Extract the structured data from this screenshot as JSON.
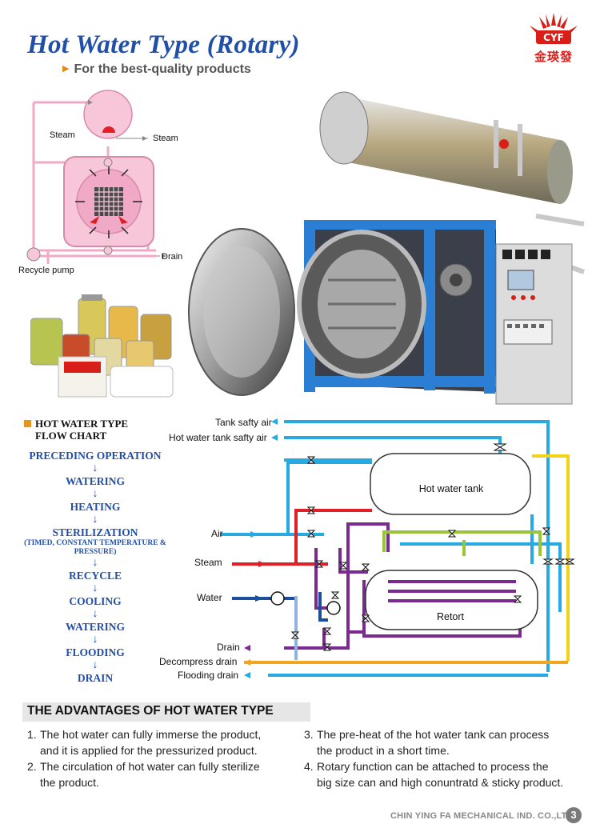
{
  "header": {
    "title": "Hot Water Type (Rotary)",
    "subtitle": "For the best-quality products"
  },
  "logo": {
    "badge": "CYF",
    "chinese": "金瑛發"
  },
  "schematic": {
    "steam_left": "Steam",
    "steam_right": "Steam",
    "drain": "Drain",
    "recycle_pump": "Recycle pump"
  },
  "flowchart": {
    "heading_line1": "HOT WATER TYPE",
    "heading_line2": "FLOW CHART",
    "steps": [
      {
        "label": "PRECEDING OPERATION"
      },
      {
        "label": "WATERING"
      },
      {
        "label": "HEATING"
      },
      {
        "label": "STERILIZATION",
        "sub": "(TIMED, CONSTANT TEMPERATURE & PRESSURE)"
      },
      {
        "label": "RECYCLE"
      },
      {
        "label": "COOLING"
      },
      {
        "label": "WATERING"
      },
      {
        "label": "FLOODING"
      },
      {
        "label": "DRAIN"
      }
    ]
  },
  "piping": {
    "tank_safety_air": "Tank safty air",
    "hot_water_tank_safety_air": "Hot water tank safty air",
    "hot_water_tank": "Hot water tank",
    "air": "Air",
    "steam": "Steam",
    "water": "Water",
    "retort": "Retort",
    "drain": "Drain",
    "decompress_drain": "Decompress drain",
    "flooding_drain": "Flooding drain",
    "colors": {
      "light_blue": "#27a9e1",
      "red": "#e21f26",
      "purple": "#7b2b8f",
      "green": "#9ac53b",
      "yellow": "#f3d21a",
      "orange": "#f2a51d",
      "dark_blue": "#1c4ea0"
    }
  },
  "advantages": {
    "title": "THE ADVANTAGES OF HOT WATER TYPE",
    "items": [
      {
        "num": "1.",
        "line1": "The hot water can fully immerse the product,",
        "line2": "and it is applied for the pressurized product."
      },
      {
        "num": "2.",
        "line1": "The circulation of hot water can fully sterilize",
        "line2": "the product."
      },
      {
        "num": "3.",
        "line1": "The pre-heat of the hot water tank can process",
        "line2": "the product in a short time."
      },
      {
        "num": "4.",
        "line1": "Rotary function can be attached to process the",
        "line2": "big size can and high conuntratd & sticky product."
      }
    ]
  },
  "footer": {
    "company": "CHIN YING FA MECHANICAL IND. CO.,LTD",
    "page": "3"
  }
}
